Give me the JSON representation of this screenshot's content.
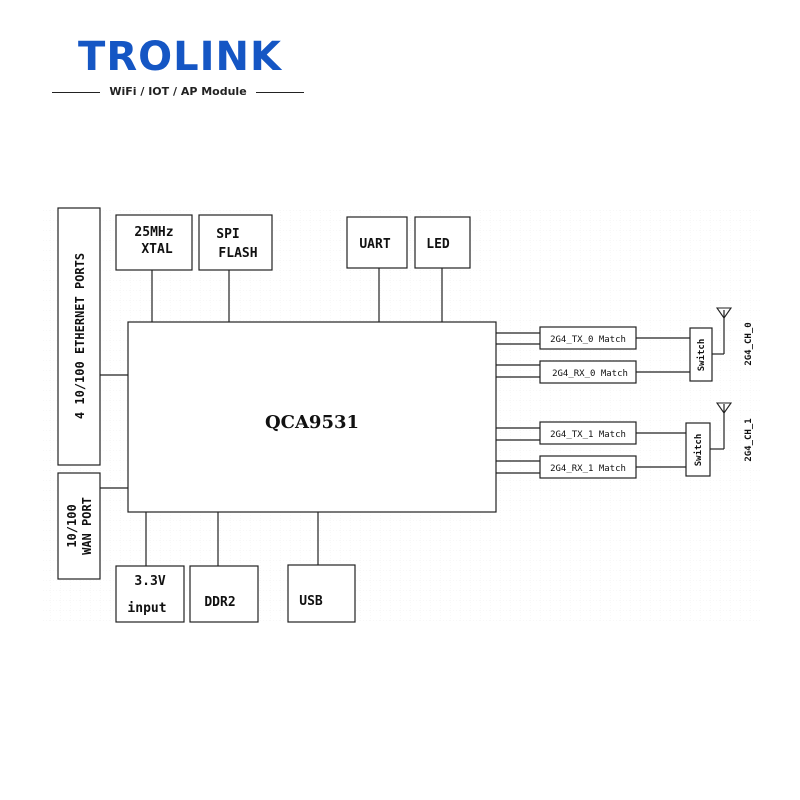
{
  "brand": {
    "logo": "TROLINK",
    "tagline": "WiFi / IOT / AP Module",
    "brand_color": "#1556c4"
  },
  "diagram": {
    "chip": "QCA9531",
    "blocks_top": [
      "25MHz XTAL",
      "SPI FLASH",
      "UART",
      "LED"
    ],
    "ethernet_ports": "4 10/100 ETHERNET PORTS",
    "wan_port_line1": "10/100",
    "wan_port_line2": "WAN PORT",
    "power_line1": "3.3V",
    "power_line2": "input",
    "ddr": "DDR2",
    "usb": "USB",
    "match_blocks": [
      "2G4_TX_0 Match",
      "2G4_RX_0 Match",
      "2G4_TX_1 Match",
      "2G4_RX_1 Match"
    ],
    "switch_label": "Switch",
    "antennas": [
      "2G4_CH_0",
      "2G4_CH_1"
    ]
  }
}
